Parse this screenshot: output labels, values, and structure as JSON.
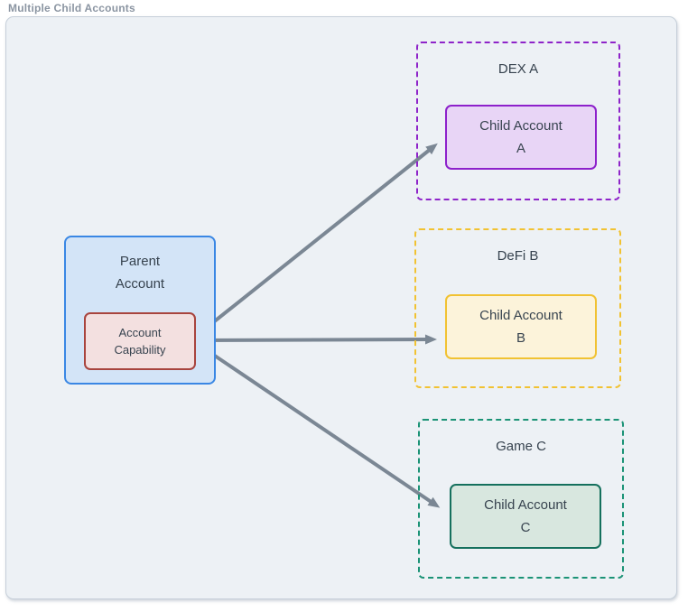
{
  "title": "Multiple Child Accounts",
  "parent": {
    "label": "Parent Account",
    "capability_label": "Account Capability"
  },
  "zones": [
    {
      "label": "DEX A",
      "child_label": "Child Account A"
    },
    {
      "label": "DeFi B",
      "child_label": "Child Account B"
    },
    {
      "label": "Game C",
      "child_label": "Child Account C"
    }
  ],
  "connections": [
    {
      "from": "Account Capability",
      "to": "Child Account A"
    },
    {
      "from": "Account Capability",
      "to": "Child Account B"
    },
    {
      "from": "Account Capability",
      "to": "Child Account C"
    }
  ],
  "colors": {
    "arrow": "#7b8794",
    "container_bg": "#edf1f5",
    "container_border": "#c6cfd9",
    "title_text": "#8b95a2",
    "node_text": "#37434f",
    "parent_fill": "#d3e4f7",
    "parent_border": "#3a87e4",
    "capability_fill": "#f3e0e0",
    "capability_border": "#a8443e",
    "dex_accent": "#8e24c9",
    "dex_child_fill": "#e8d5f6",
    "defi_accent": "#f1c232",
    "defi_child_fill": "#fcf3da",
    "game_accent": "#1b9376",
    "game_child_fill": "#d8e7df"
  }
}
